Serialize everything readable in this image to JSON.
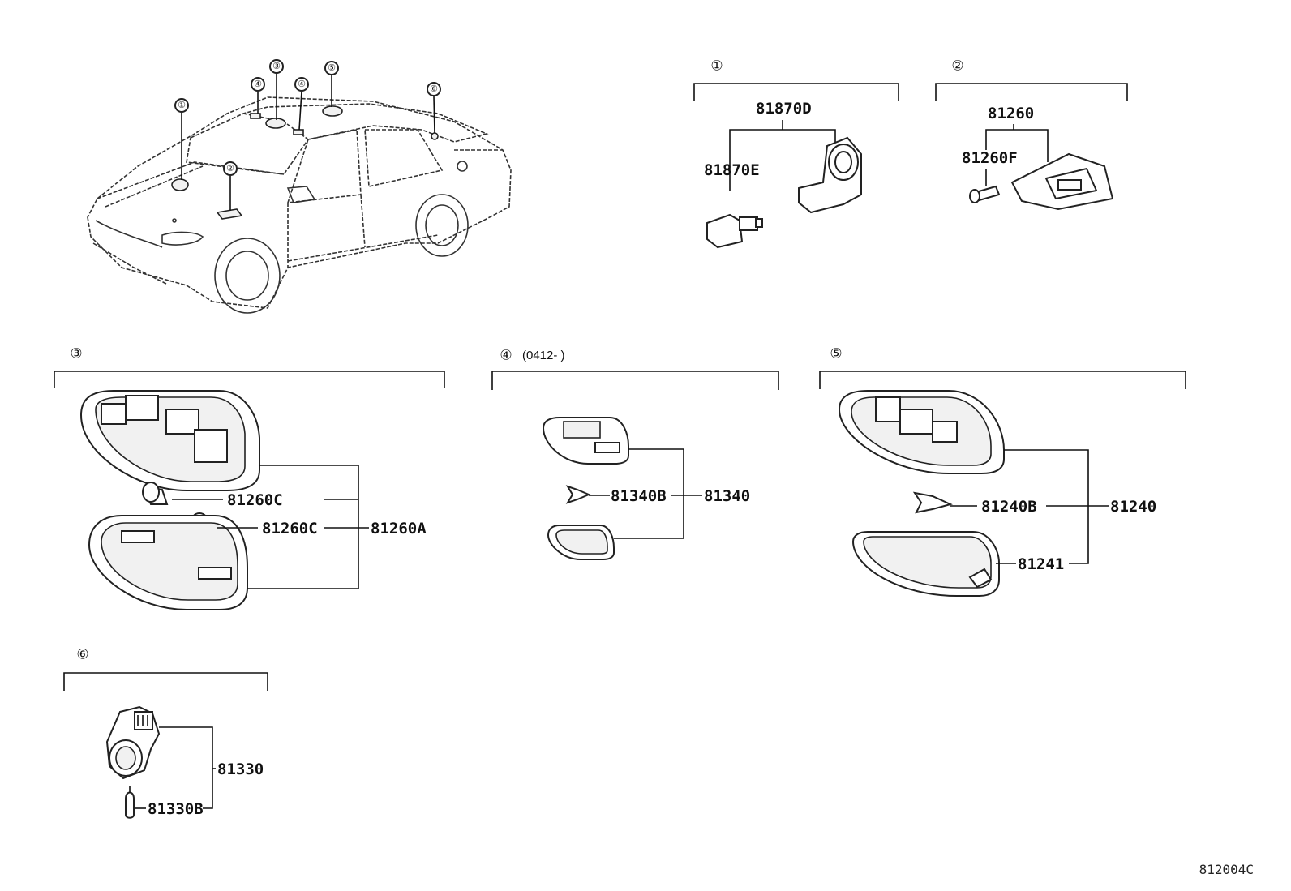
{
  "car_callouts": [
    "①",
    "②",
    "③",
    "④",
    "④",
    "⑤",
    "⑥"
  ],
  "sections": [
    {
      "id": "1",
      "marker": "①",
      "parts": [
        "81870D",
        "81870E"
      ]
    },
    {
      "id": "2",
      "marker": "②",
      "parts": [
        "81260",
        "81260F"
      ]
    },
    {
      "id": "3",
      "marker": "③",
      "parts": [
        "81260C",
        "81260C",
        "81260A"
      ]
    },
    {
      "id": "4",
      "marker": "④",
      "note": "(0412-      )",
      "parts": [
        "81340B",
        "81340"
      ]
    },
    {
      "id": "5",
      "marker": "⑤",
      "parts": [
        "81240B",
        "81240",
        "81241"
      ]
    },
    {
      "id": "6",
      "marker": "⑥",
      "parts": [
        "81330",
        "81330B"
      ]
    }
  ],
  "diagram_ref": "812004C"
}
